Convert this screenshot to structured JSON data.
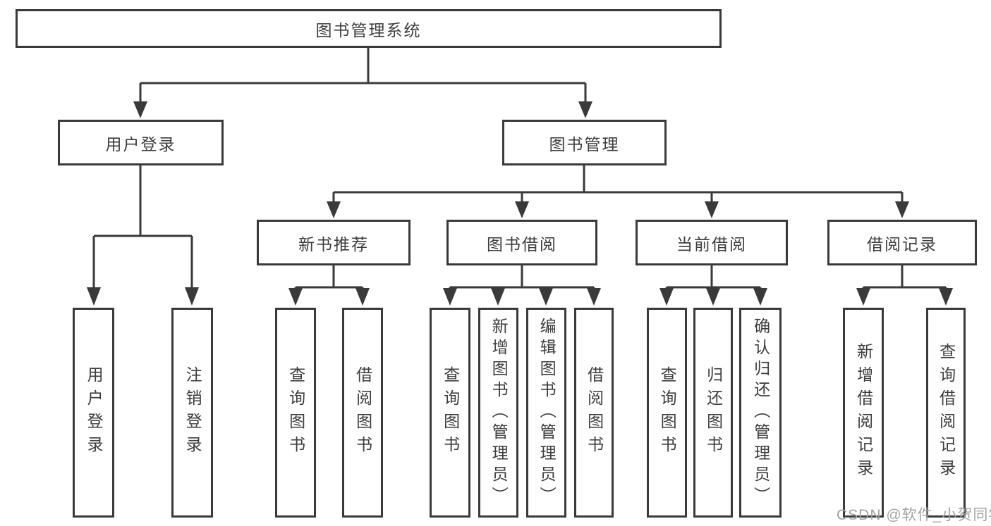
{
  "diagram": {
    "root": {
      "label": "图书管理系统"
    },
    "branches": [
      {
        "label": "用户登录",
        "children": [
          {
            "label": "用户登录"
          },
          {
            "label": "注销登录"
          }
        ]
      },
      {
        "label": "图书管理",
        "children": [
          {
            "label": "新书推荐",
            "children": [
              {
                "label": "查询图书"
              },
              {
                "label": "借阅图书"
              }
            ]
          },
          {
            "label": "图书借阅",
            "children": [
              {
                "label": "查询图书"
              },
              {
                "label": "新增图书（管理员）"
              },
              {
                "label": "编辑图书（管理员）"
              },
              {
                "label": "借阅图书"
              }
            ]
          },
          {
            "label": "当前借阅",
            "children": [
              {
                "label": "查询图书"
              },
              {
                "label": "归还图书"
              },
              {
                "label": "确认归还（管理员）"
              }
            ]
          },
          {
            "label": "借阅记录",
            "children": [
              {
                "label": "新增借阅记录"
              },
              {
                "label": "查询借阅记录"
              }
            ]
          }
        ]
      }
    ]
  },
  "colors": {
    "line": "#3a3a3a",
    "box_border": "#3a3a3a",
    "text": "#3d3d3d",
    "watermark": "#a3a3a3",
    "background": "#ffffff"
  },
  "watermark": {
    "text": "CSDN @软件_小贺同学"
  }
}
